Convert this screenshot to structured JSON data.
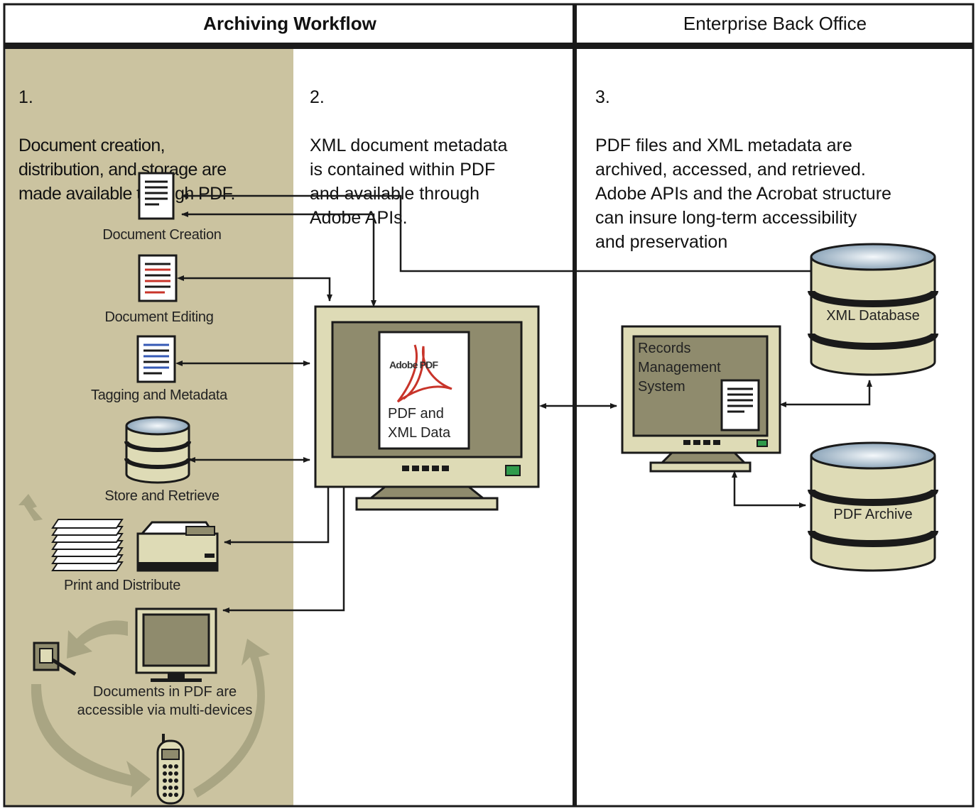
{
  "headers": {
    "archiving": "Archiving Workflow",
    "enterprise": "Enterprise Back Office"
  },
  "steps": [
    {
      "number": "1.",
      "text": "Document creation,\ndistribution, and storage are\nmade available through PDF."
    },
    {
      "number": "2.",
      "text": "XML document metadata\nis contained within PDF\nand available through\nAdobe APIs."
    },
    {
      "number": "3.",
      "text": "PDF files and XML metadata are\narchived, accessed, and retrieved.\nAdobe APIs and the Acrobat structure\ncan insure long-term accessibility\nand preservation"
    }
  ],
  "workflow_items": {
    "creation": "Document Creation",
    "editing": "Document Editing",
    "tagging": "Tagging and Metadata",
    "store": "Store and Retrieve",
    "print": "Print and Distribute",
    "devices": "Documents in PDF are\naccessible via multi-devices"
  },
  "main_monitor": {
    "logo": "Adobe PDF",
    "caption": "PDF and\nXML Data"
  },
  "records_monitor": {
    "caption": "Records\nManagement\nSystem"
  },
  "databases": {
    "xml": "XML Database",
    "pdf": "PDF Archive"
  },
  "colors": {
    "tan_panel": "#cbc3a0",
    "equipment": "#dedbb6",
    "screen": "#8f8b6d",
    "outline": "#1a1a1a",
    "pdf_red": "#c8342a",
    "cycle_arrow": "#a9a583"
  }
}
